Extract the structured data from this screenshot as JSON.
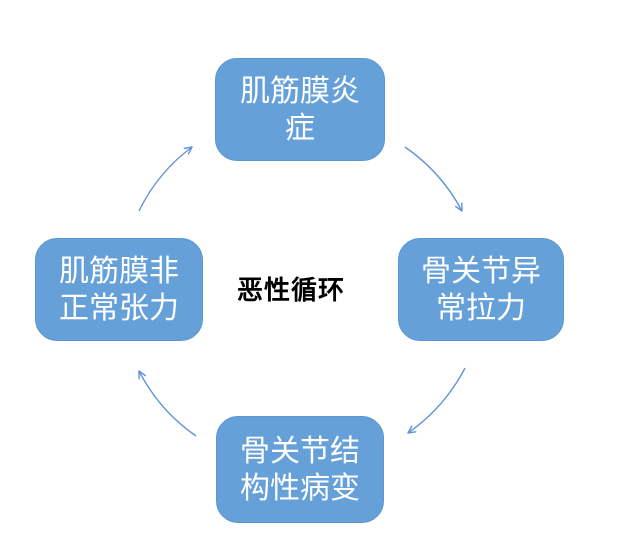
{
  "diagram": {
    "type": "cycle",
    "center_label": "恶性循环",
    "nodes": [
      {
        "id": "myofascial-inflammation",
        "position": "top",
        "label": "肌筋膜炎症",
        "lines": [
          "肌筋膜炎",
          "症"
        ]
      },
      {
        "id": "abnormal-joint-pull",
        "position": "right",
        "label": "骨关节异常拉力",
        "lines": [
          "骨关节异",
          "常拉力"
        ]
      },
      {
        "id": "joint-structural-lesion",
        "position": "bottom",
        "label": "骨关节结构性病变",
        "lines": [
          "骨关节结",
          "构性病变"
        ]
      },
      {
        "id": "abnormal-myofascial-tension",
        "position": "left",
        "label": "肌筋膜非正常张力",
        "lines": [
          "肌筋膜非",
          "正常张力"
        ]
      }
    ],
    "arrows": [
      {
        "from": "肌筋膜炎症",
        "to": "骨关节异常拉力",
        "direction": "clockwise"
      },
      {
        "from": "骨关节异常拉力",
        "to": "骨关节结构性病变",
        "direction": "clockwise"
      },
      {
        "from": "骨关节结构性病变",
        "to": "肌筋膜非正常张力",
        "direction": "clockwise"
      },
      {
        "from": "肌筋膜非正常张力",
        "to": "肌筋膜炎症",
        "direction": "clockwise"
      }
    ],
    "colors": {
      "node_fill": "#66A0D9",
      "node_border": "#5B96D2",
      "node_text": "#FFFFFF",
      "arrow": "#6094D8",
      "center_text": "#000000",
      "background": "#FFFFFF"
    }
  }
}
